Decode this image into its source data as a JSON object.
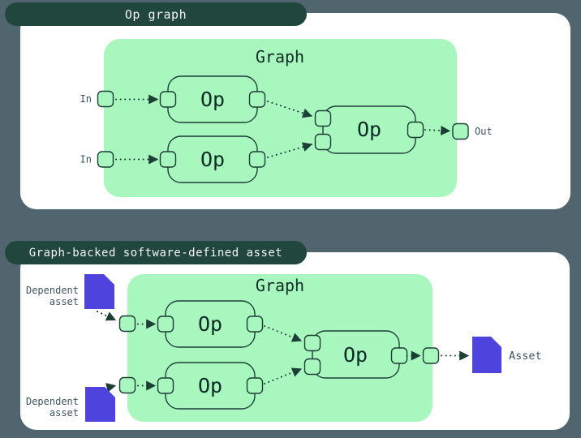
{
  "colors": {
    "background": "#50656D",
    "panel": "#FFFFFF",
    "pill_bg": "#21463D",
    "pill_text": "#F2F6F4",
    "graph_green": "#A7F7BE",
    "stroke_ink": "#1D3E36",
    "node_text": "#0F2D26",
    "label_text": "#3E545B",
    "asset_purple": "#4F43DD"
  },
  "op_graph_panel": {
    "title": "Op graph",
    "graph_label": "Graph",
    "inputs": [
      {
        "label": "In"
      },
      {
        "label": "In"
      }
    ],
    "ops": [
      {
        "label": "Op"
      },
      {
        "label": "Op"
      },
      {
        "label": "Op"
      }
    ],
    "output": {
      "label": "Out"
    }
  },
  "asset_panel": {
    "title": "Graph-backed software-defined asset",
    "graph_label": "Graph",
    "dependent_assets": [
      {
        "line1": "Dependent",
        "line2": "asset"
      },
      {
        "line1": "Dependent",
        "line2": "asset"
      }
    ],
    "ops": [
      {
        "label": "Op"
      },
      {
        "label": "Op"
      },
      {
        "label": "Op"
      }
    ],
    "output_asset": {
      "label": "Asset"
    }
  }
}
